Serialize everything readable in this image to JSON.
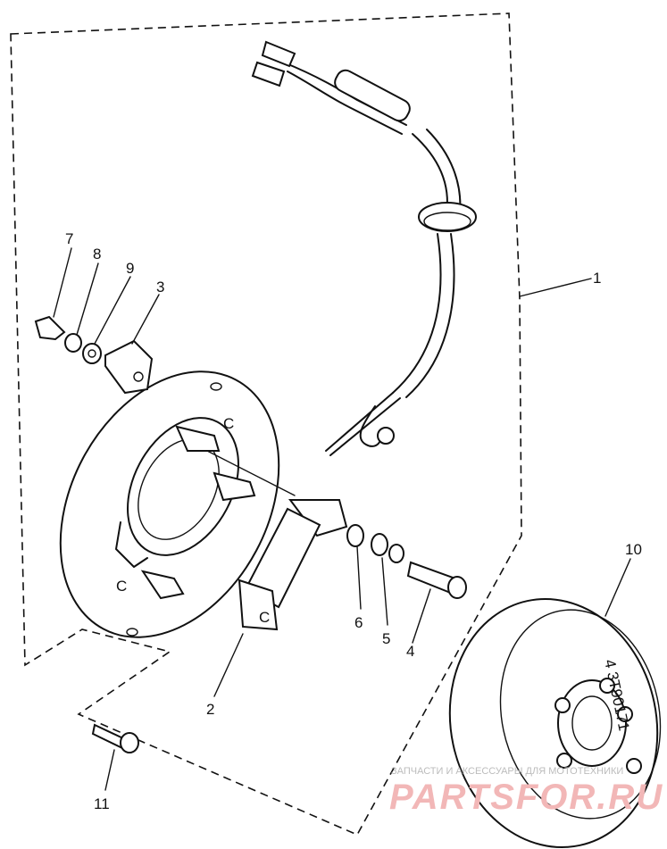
{
  "diagram": {
    "callouts": [
      {
        "id": "1",
        "label": "1"
      },
      {
        "id": "2",
        "label": "2"
      },
      {
        "id": "3",
        "label": "3"
      },
      {
        "id": "4",
        "label": "4"
      },
      {
        "id": "5",
        "label": "5"
      },
      {
        "id": "6",
        "label": "6"
      },
      {
        "id": "7",
        "label": "7"
      },
      {
        "id": "8",
        "label": "8"
      },
      {
        "id": "9",
        "label": "9"
      },
      {
        "id": "10",
        "label": "10"
      },
      {
        "id": "11",
        "label": "11"
      }
    ],
    "flywheel_stamp": "4 3T90171",
    "watermark": {
      "caption": "ЗАПЧАСТИ И АКСЕССУАРЫ ДЛЯ МОТОТЕХНИКИ",
      "logo": "PARTSFOR.RU"
    }
  }
}
